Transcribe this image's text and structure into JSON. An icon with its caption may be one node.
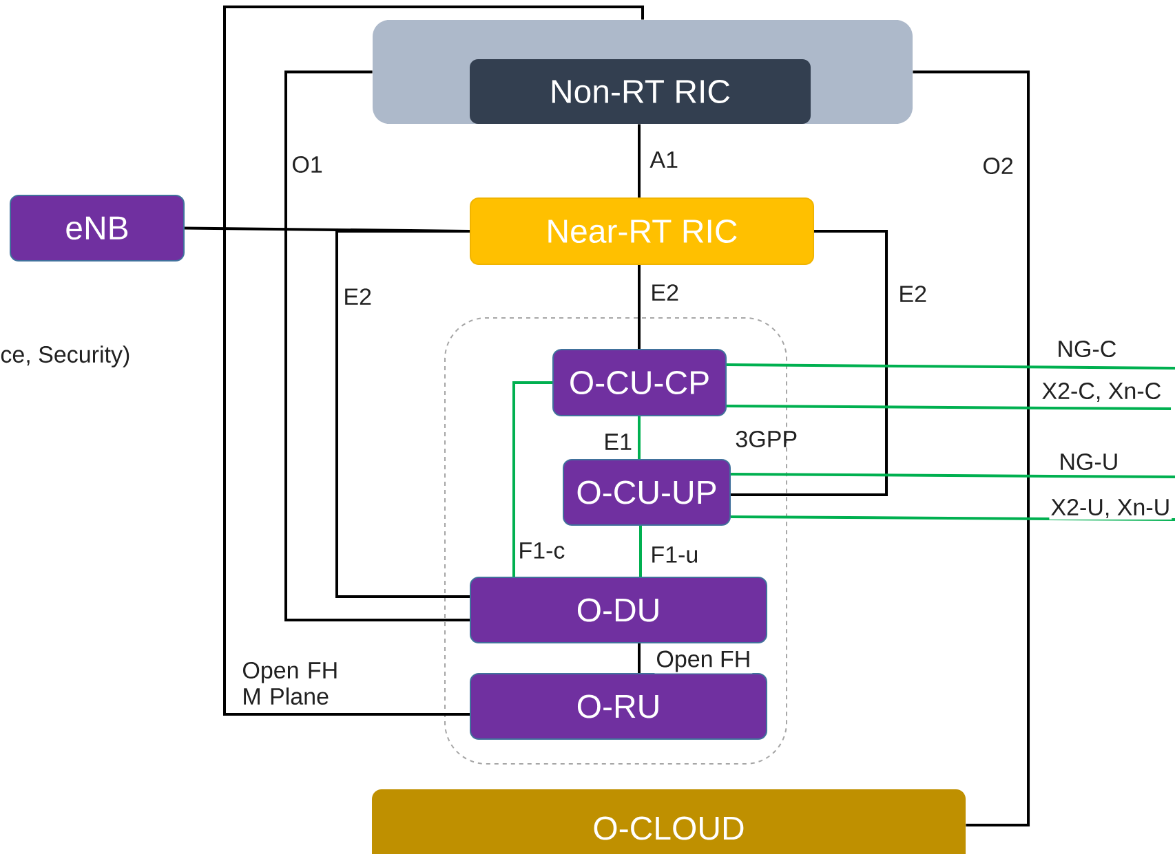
{
  "diagram": {
    "nodes": [
      {
        "text": [],
        "shape": "box"
      },
      {
        "text": [
          "Non-RT RIC"
        ],
        "in": 0
      },
      {
        "text": [
          "eNB"
        ]
      },
      {
        "text": [
          "Near-RT RIC"
        ]
      },
      {
        "text": [
          "3GPP"
        ]
      },
      {
        "text": [
          "O-CU-CP"
        ],
        "in": 4
      },
      {
        "text": [
          "O-CU-UP"
        ],
        "in": 4
      },
      {
        "text": [
          "O-DU"
        ],
        "in": 4
      },
      {
        "text": [
          "O-RU"
        ],
        "in": 4
      },
      {
        "text": [
          "O-CLOUD"
        ]
      }
    ],
    "edges": [
      {
        "from": 8,
        "to": 0,
        "arrow": "none",
        "label": "Open FH M Plane"
      },
      {
        "from": 0,
        "to": 7,
        "arrow": "none",
        "label": "O1"
      },
      {
        "from": 1,
        "to": 3,
        "arrow": "none",
        "label": "A1"
      },
      {
        "from": 2,
        "to": 3,
        "arrow": "none"
      },
      {
        "from": 3,
        "to": 7,
        "arrow": "none",
        "label": "E2"
      },
      {
        "from": 3,
        "to": 5,
        "arrow": "none",
        "label": "E2"
      },
      {
        "from": 3,
        "to": 6,
        "arrow": "none",
        "label": "E2"
      },
      {
        "from": 0,
        "to": 9,
        "arrow": "none",
        "label": "O2"
      },
      {
        "from": 5,
        "to": 6,
        "arrow": "none",
        "label": "E1",
        "color": "#00b050"
      },
      {
        "from": 5,
        "to": 7,
        "arrow": "none",
        "label": "F1-c",
        "color": "#00b050"
      },
      {
        "from": 6,
        "to": 7,
        "arrow": "none",
        "label": "F1-u",
        "color": "#00b050"
      },
      {
        "from": 7,
        "to": 8,
        "arrow": "none",
        "label": "Open FH"
      },
      {
        "from": 5,
        "to": null,
        "arrow": "none",
        "label": "NG-C",
        "color": "#00b050"
      },
      {
        "from": 5,
        "to": null,
        "arrow": "none",
        "label": "X2-C, Xn-C",
        "color": "#00b050"
      },
      {
        "from": 6,
        "to": null,
        "arrow": "none",
        "label": "NG-U",
        "color": "#00b050"
      },
      {
        "from": 6,
        "to": null,
        "arrow": "none",
        "label": "X2-U, Xn-U",
        "color": "#00b050"
      }
    ],
    "labels": [
      "ce, Security)"
    ]
  }
}
